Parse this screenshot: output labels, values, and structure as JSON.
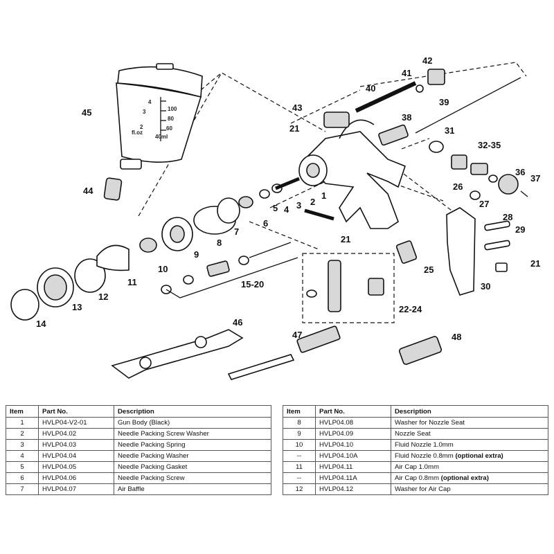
{
  "diagram": {
    "callouts": [
      "1",
      "2",
      "3",
      "4",
      "5",
      "6",
      "7",
      "8",
      "9",
      "10",
      "11",
      "12",
      "13",
      "14",
      "15-20",
      "21",
      "21",
      "21",
      "22-24",
      "25",
      "26",
      "27",
      "28",
      "29",
      "30",
      "31",
      "32-35",
      "36",
      "37",
      "38",
      "39",
      "40",
      "41",
      "42",
      "43",
      "44",
      "45",
      "46",
      "47",
      "48"
    ],
    "cup_scale": {
      "left_marks": [
        "4",
        "3",
        "2"
      ],
      "right_marks": [
        "100",
        "80",
        "60",
        "40ml"
      ],
      "unit_left": "fl.oz"
    }
  },
  "table_left": {
    "headers": [
      "Item",
      "Part No.",
      "Description"
    ],
    "rows": [
      {
        "item": "1",
        "part": "HVLP04-V2-01",
        "desc": "Gun Body (Black)"
      },
      {
        "item": "2",
        "part": "HVLP04.02",
        "desc": "Needle Packing Screw Washer"
      },
      {
        "item": "3",
        "part": "HVLP04.03",
        "desc": "Needle Packing Spring"
      },
      {
        "item": "4",
        "part": "HVLP04.04",
        "desc": "Needle Packing Washer"
      },
      {
        "item": "5",
        "part": "HVLP04.05",
        "desc": "Needle Packing Gasket"
      },
      {
        "item": "6",
        "part": "HVLP04.06",
        "desc": "Needle Packing Screw"
      },
      {
        "item": "7",
        "part": "HVLP04.07",
        "desc": "Air Baffle"
      }
    ]
  },
  "table_right": {
    "headers": [
      "Item",
      "Part No.",
      "Description"
    ],
    "rows": [
      {
        "item": "8",
        "part": "HVLP04.08",
        "desc": "Washer for Nozzle Seat",
        "extra": ""
      },
      {
        "item": "9",
        "part": "HVLP04.09",
        "desc": "Nozzle Seat",
        "extra": ""
      },
      {
        "item": "10",
        "part": "HVLP04.10",
        "desc": "Fluid Nozzle 1.0mm",
        "extra": ""
      },
      {
        "item": "--",
        "part": "HVLP04.10A",
        "desc": "Fluid Nozzle 0.8mm ",
        "extra": "(optional extra)"
      },
      {
        "item": "11",
        "part": "HVLP04.11",
        "desc": "Air Cap 1.0mm",
        "extra": ""
      },
      {
        "item": "--",
        "part": "HVLP04.11A",
        "desc": "Air Cap 0.8mm ",
        "extra": "(optional extra)"
      },
      {
        "item": "12",
        "part": "HVLP04.12",
        "desc": "Washer for Air Cap",
        "extra": ""
      }
    ]
  }
}
